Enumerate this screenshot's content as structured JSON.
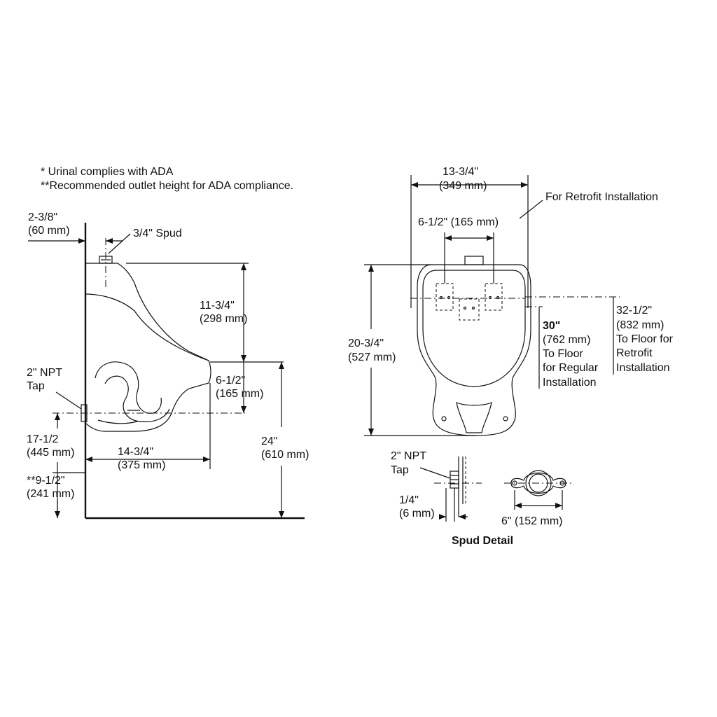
{
  "notes": {
    "ada_note": "* Urinal complies with ADA",
    "ada_outlet_note": "**Recommended outlet height for ADA compliance."
  },
  "side_view": {
    "wall_offset_in": "2-3/8\"",
    "wall_offset_mm": "(60 mm)",
    "spud_label": "3/4\" Spud",
    "top_to_lip_in": "11-3/4\"",
    "top_to_lip_mm": "(298 mm)",
    "lip_to_outlet_in": "6-1/2\"",
    "lip_to_outlet_mm": "(165 mm)",
    "npt_tap_line1": "2\" NPT",
    "npt_tap_line2": "Tap",
    "outlet_height_in": "17-1/2",
    "outlet_height_mm": "(445 mm)",
    "projection_in": "14-3/4\"",
    "projection_mm": "(375 mm)",
    "lip_height_in": "24\"",
    "lip_height_mm": "(610 mm)",
    "ada_outlet_in": "**9-1/2\"",
    "ada_outlet_mm": "(241 mm)"
  },
  "front_view": {
    "width_in": "13-3/4\"",
    "width_mm": "(349 mm)",
    "retrofit_label": "For Retrofit Installation",
    "bolt_spacing": "6-1/2\" (165 mm)",
    "height_in": "20-3/4\"",
    "height_mm": "(527 mm)",
    "regular_in": "30\"",
    "regular_mm": "(762 mm)",
    "regular_line3": "To Floor",
    "regular_line4": "for Regular",
    "regular_line5": "Installation",
    "retrofit_in": "32-1/2\"",
    "retrofit_mm": "(832 mm)",
    "retrofit_line3": "To Floor for",
    "retrofit_line4": "Retrofit",
    "retrofit_line5": "Installation"
  },
  "spud_detail": {
    "npt_tap_line1": "2\" NPT",
    "npt_tap_line2": "Tap",
    "offset_in": "1/4\"",
    "offset_mm": "(6 mm)",
    "width": "6\" (152 mm)",
    "title": "Spud Detail"
  }
}
